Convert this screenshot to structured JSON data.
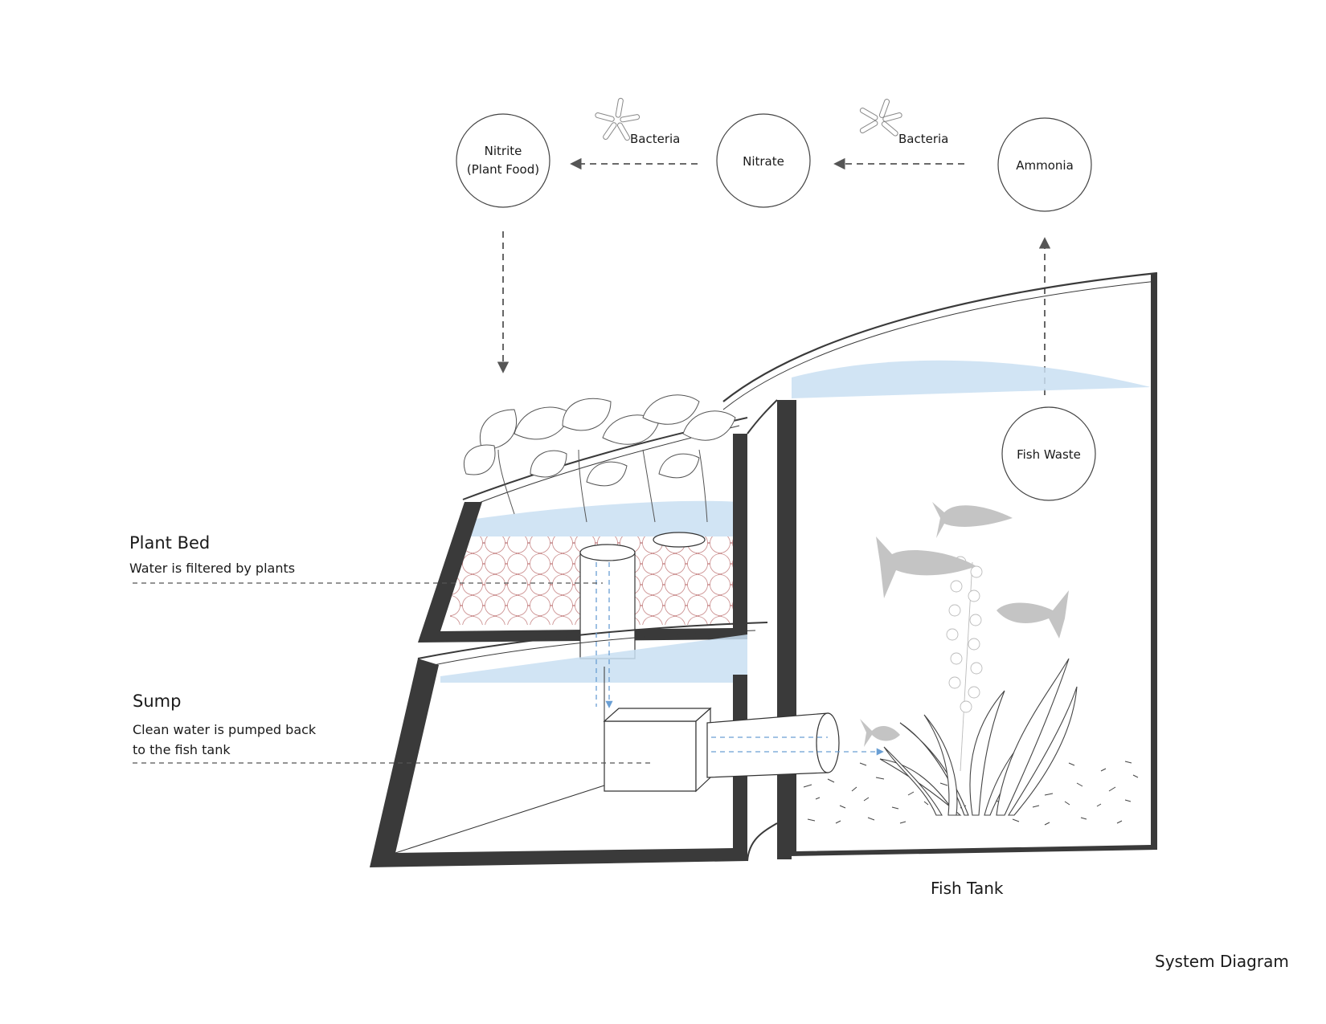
{
  "cycle_nodes": {
    "nitrite_line1": "Nitrite",
    "nitrite_line2": "(Plant Food)",
    "nitrate": "Nitrate",
    "ammonia": "Ammonia",
    "fish_waste": "Fish Waste"
  },
  "bacteria_labels": [
    "Bacteria",
    "Bacteria"
  ],
  "plant_bed": {
    "title": "Plant Bed",
    "description": "Water is filtered by plants"
  },
  "sump": {
    "title": "Sump",
    "description_line1": "Clean water is pumped back",
    "description_line2": "to the fish tank"
  },
  "fish_tank_label": "Fish Tank",
  "diagram_caption": "System Diagram",
  "colors": {
    "outline": "#3a3a3a",
    "water": "#c9dff2",
    "flow_arrow": "#6a9fd4",
    "fish": "#c4c4c4",
    "dashed_arrow": "#555555",
    "pebble": "#c98a8a"
  },
  "icons": [
    "bacteria-icon",
    "fish-icon",
    "plant-icon",
    "pump-icon",
    "pipe-icon"
  ]
}
